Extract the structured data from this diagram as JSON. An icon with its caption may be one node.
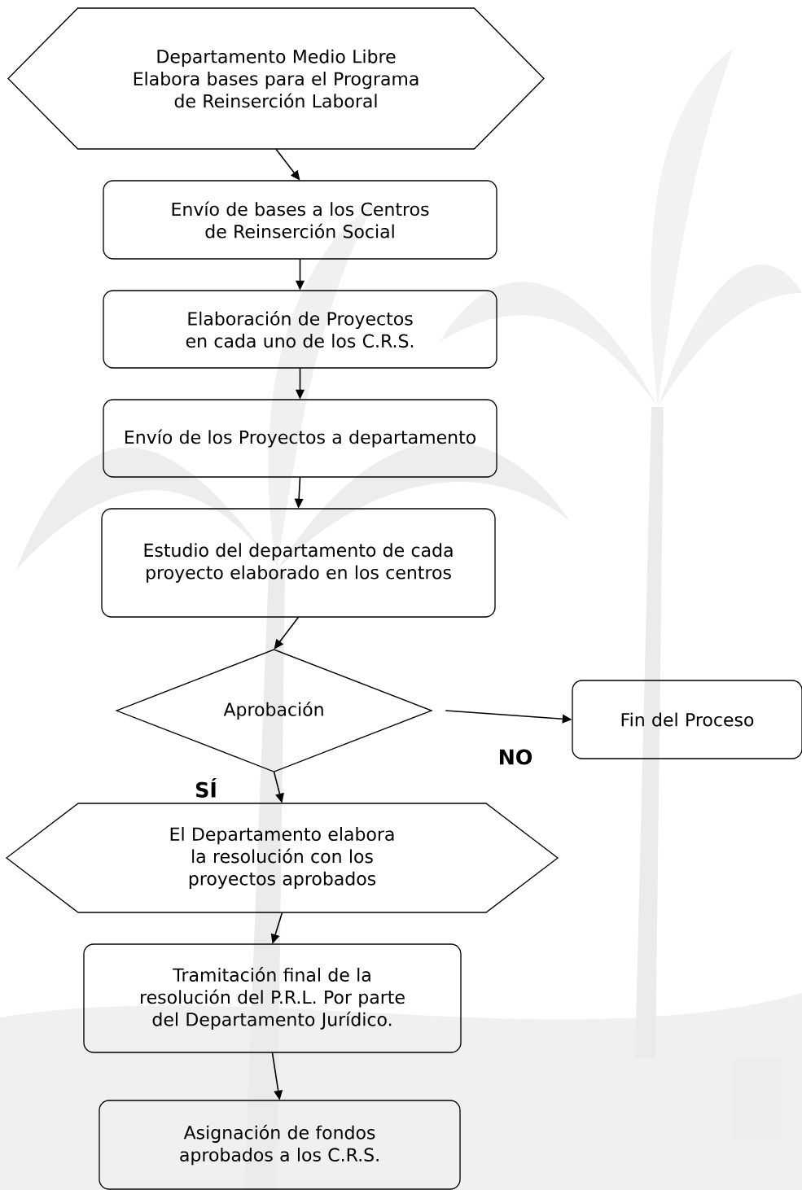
{
  "diagram": {
    "nodes": [
      {
        "text": [
          "Departamento Medio Libre Elabora bases para el Programa de Reinserción Laboral"
        ]
      },
      {
        "text": [
          "Envío de bases a los Centros de Reinserción Social"
        ]
      },
      {
        "text": [
          "Elaboración de Proyectos en cada uno de los C.R.S."
        ]
      },
      {
        "text": [
          "Envío de los Proyectos a departamento"
        ]
      },
      {
        "text": [
          "Estudio del departamento de cada proyecto elaborado en los centros"
        ]
      },
      {
        "text": [
          "Aprobación"
        ]
      },
      {
        "text": [
          "Fin del Proceso"
        ]
      },
      {
        "text": [
          "El Departamento elabora la resolución con los proyectos aprobados"
        ]
      },
      {
        "text": [
          "Tramitación final de la resolución del P.R.L. Por parte del Departamento Jurídico."
        ]
      },
      {
        "text": [
          "Asignación de fondos aprobados a los C.R.S."
        ]
      }
    ],
    "edges": [
      {
        "from": 0,
        "to": 1,
        "arrow": "to"
      },
      {
        "from": 1,
        "to": 2,
        "arrow": "to"
      },
      {
        "from": 2,
        "to": 3,
        "arrow": "to"
      },
      {
        "from": 3,
        "to": 4,
        "arrow": "to"
      },
      {
        "from": 4,
        "to": 5,
        "arrow": "to"
      },
      {
        "from": 5,
        "to": 6,
        "arrow": "to",
        "label": "NO"
      },
      {
        "from": 5,
        "to": 7,
        "arrow": "to",
        "label": "SÍ"
      },
      {
        "from": 7,
        "to": 8,
        "arrow": "to"
      },
      {
        "from": 8,
        "to": 9,
        "arrow": "to"
      }
    ]
  }
}
